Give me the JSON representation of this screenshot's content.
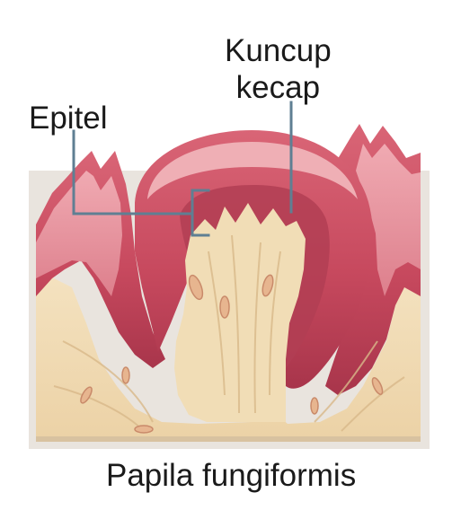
{
  "labels": {
    "epithelium": "Epitel",
    "taste_bud_line1": "Kuncup",
    "taste_bud_line2": "kecap"
  },
  "caption": "Papila fungiformis",
  "colors": {
    "background": "#ffffff",
    "connective_tissue": "#f1ddb6",
    "epithelium_outer": "#c35367",
    "epithelium_inner": "#e58d97",
    "dome_highlight": "#f2b8bd",
    "leader_line": "#5f7f93",
    "text": "#1a1a1a"
  }
}
